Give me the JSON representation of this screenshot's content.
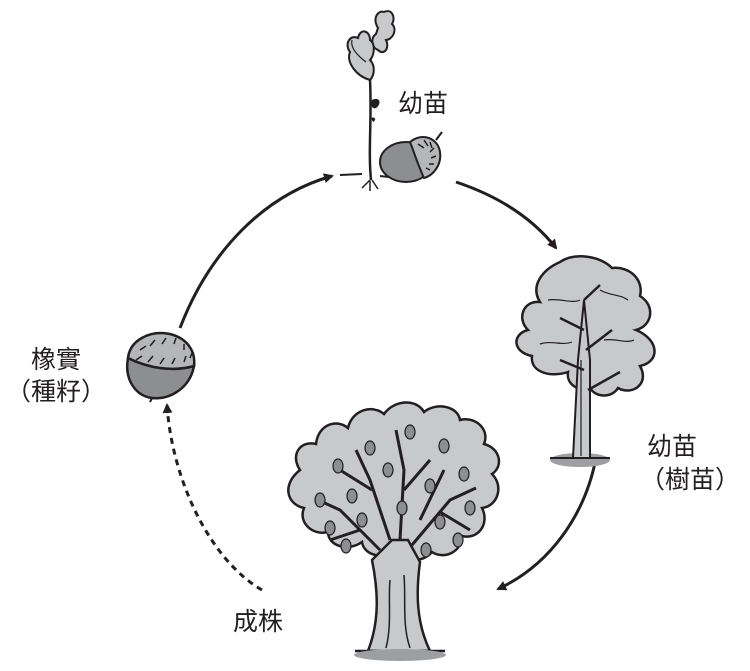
{
  "diagram": {
    "stages": {
      "seedling_top": {
        "label": "幼苗"
      },
      "sapling": {
        "label_line1": "幼苗",
        "label_line2": "（樹苗）"
      },
      "adult": {
        "label": "成株"
      },
      "acorn": {
        "label_line1": "橡實",
        "label_line2": "（種籽）"
      }
    },
    "colors": {
      "line": "#231f20",
      "foliage": "#c8c9cb",
      "acorn_body": "#8d8e90",
      "acorn_cap": "#b5b6b8",
      "ground": "#9d9fa2"
    }
  }
}
